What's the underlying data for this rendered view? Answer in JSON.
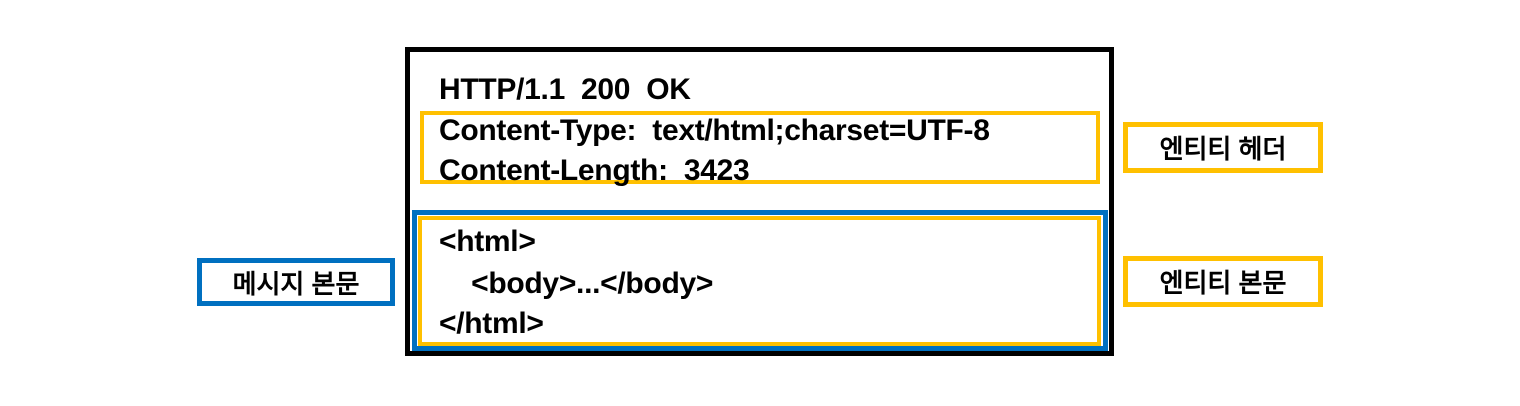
{
  "diagram": {
    "message": {
      "status_line": "HTTP/1.1  200  OK",
      "headers": [
        "Content-Type:  text/html;charset=UTF-8",
        "Content-Length:  3423"
      ],
      "body_lines": [
        "<html>",
        "    <body>...</body>",
        "</html>"
      ]
    },
    "labels": {
      "message_body": "메시지 본문",
      "entity_header": "엔티티 헤더",
      "entity_body": "엔티티 본문"
    },
    "colors": {
      "outer_border": "#000000",
      "entity_border": "#FFC000",
      "message_body_border": "#0070C0"
    }
  }
}
